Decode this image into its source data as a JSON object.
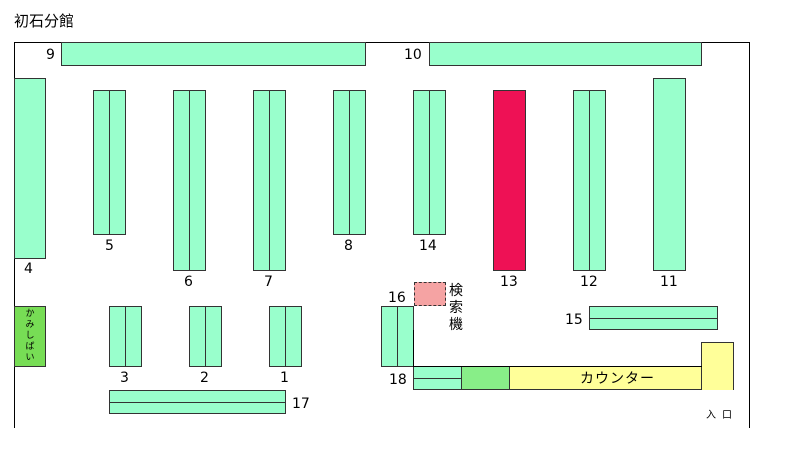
{
  "title": "初石分館",
  "shelves": {
    "s1": "1",
    "s2": "2",
    "s3": "3",
    "s4": "4",
    "s5": "5",
    "s6": "6",
    "s7": "7",
    "s8": "8",
    "s9": "9",
    "s10": "10",
    "s11": "11",
    "s12": "12",
    "s13": "13",
    "s14": "14",
    "s15": "15",
    "s16": "16",
    "s17": "17",
    "s18": "18"
  },
  "highlighted_shelf": "13",
  "kamishibai": [
    "か",
    "み",
    "し",
    "ば",
    "い"
  ],
  "search_machine": "検索機",
  "counter": "カウンター",
  "entrance": "入口",
  "colors": {
    "shelf": "#99ffcc",
    "highlight": "#ee1155",
    "counter": "#ffff99",
    "search": "#f5a3a3",
    "kamishibai": "#77dd55"
  }
}
